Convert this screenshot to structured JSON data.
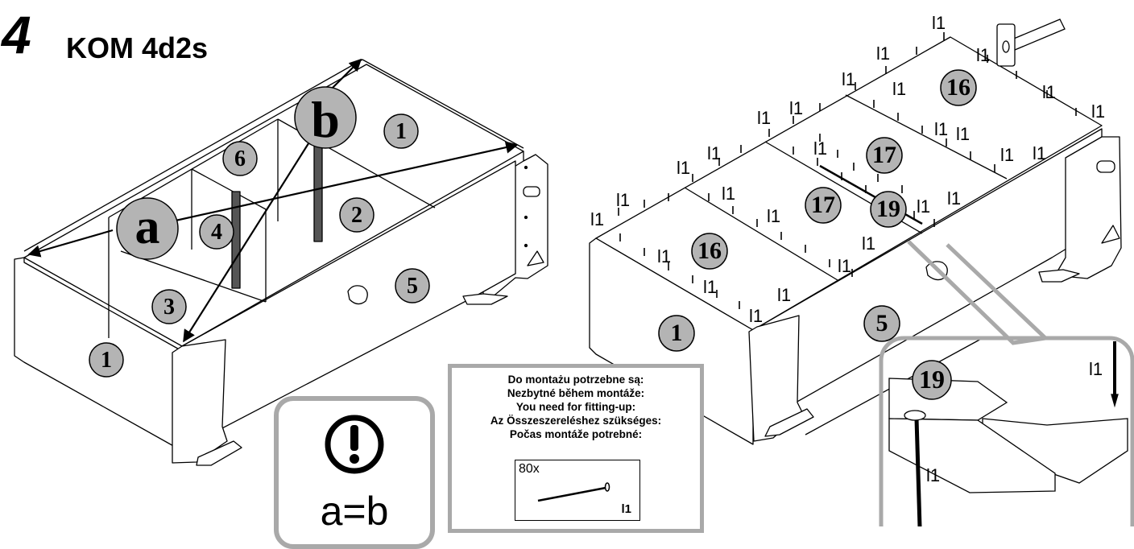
{
  "header": {
    "step_number": "4",
    "model": "KOM 4d2s"
  },
  "parts": {
    "left": {
      "p1_top": "1",
      "p1_front": "1",
      "p2": "2",
      "p3": "3",
      "p4": "4",
      "p5": "5",
      "p6": "6"
    },
    "right": {
      "p16_back": "16",
      "p16_front": "16",
      "p17_back": "17",
      "p17_front": "17",
      "p19": "19",
      "p1": "1",
      "p5": "5"
    },
    "detail": {
      "p19": "19"
    }
  },
  "measure_labels": {
    "a": "a",
    "b": "b"
  },
  "nail_code": "l1",
  "notice": {
    "equation": "a=b"
  },
  "requirements": {
    "lines": [
      "Do montażu potrzebne są:",
      "Nezbytné během montáže:",
      "You need for fitting-up:",
      "Az Összeszereléshez szükséges:",
      "Počas montáže potrebné:"
    ],
    "hardware": {
      "quantity": "80x",
      "code": "l1"
    }
  },
  "colors": {
    "line": "#000000",
    "badge_fill": "#b4b4b4",
    "frame": "#a9a9a9",
    "background": "#ffffff"
  }
}
